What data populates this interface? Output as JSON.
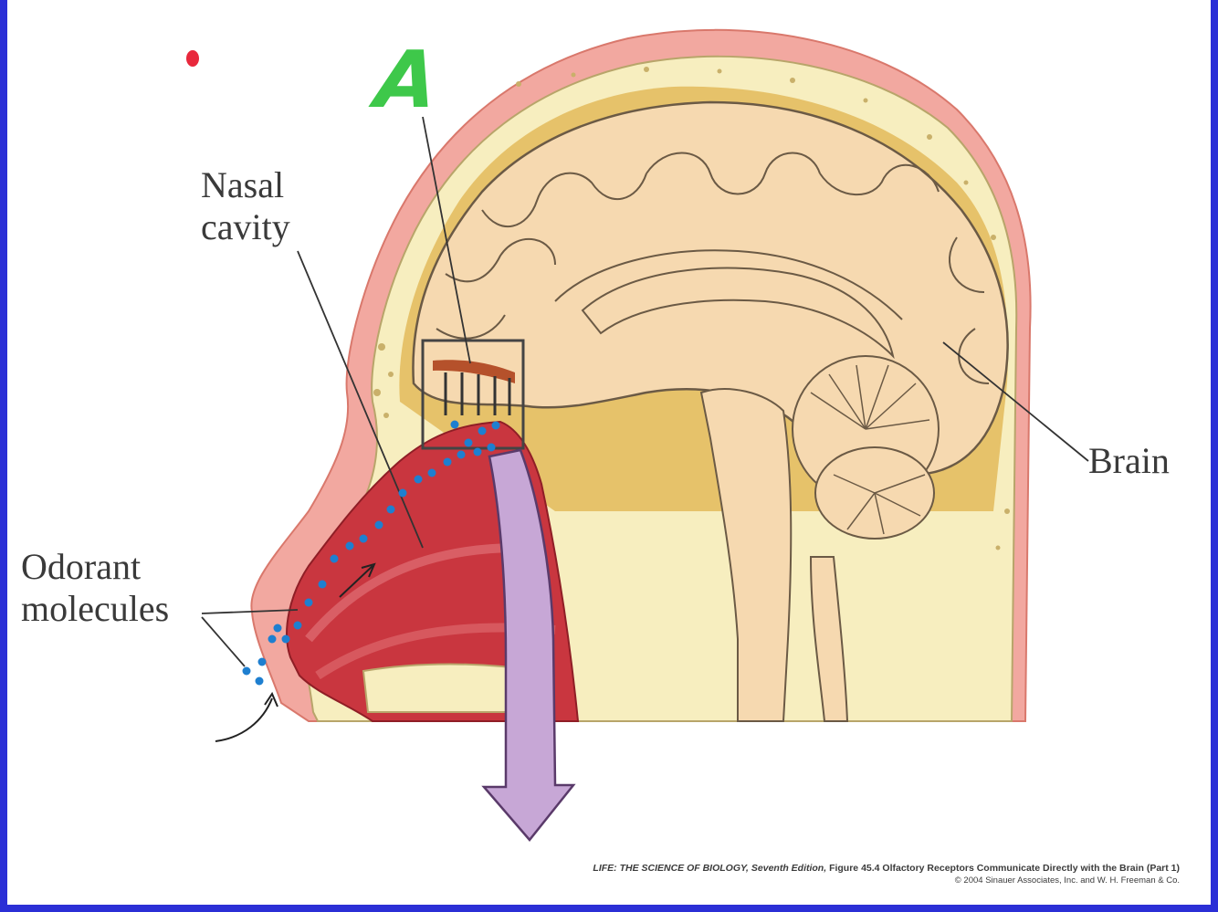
{
  "labels": {
    "annotation": "A",
    "nasal_line1": "Nasal",
    "nasal_line2": "cavity",
    "odorant_line1": "Odorant",
    "odorant_line2": "molecules",
    "brain": "Brain"
  },
  "caption": {
    "book_title": "LIFE: THE SCIENCE OF BIOLOGY, Seventh Edition,",
    "figure_title": "Figure 45.4 Olfactory Receptors Communicate Directly with the Brain (Part 1)",
    "copyright": "© 2004 Sinauer Associates, Inc. and W. H. Freeman & Co."
  },
  "colors": {
    "border": "#2b2fd6",
    "skin": "#f2a8a0",
    "skull": "#f7eebf",
    "brain": "#f6d9b0",
    "nasal_cavity": "#c9363f",
    "odorant_dots": "#1e7fd0",
    "arrow": "#c7a7d6",
    "annotation_mark": "#3ec84a",
    "red_dot": "#e8283c"
  }
}
